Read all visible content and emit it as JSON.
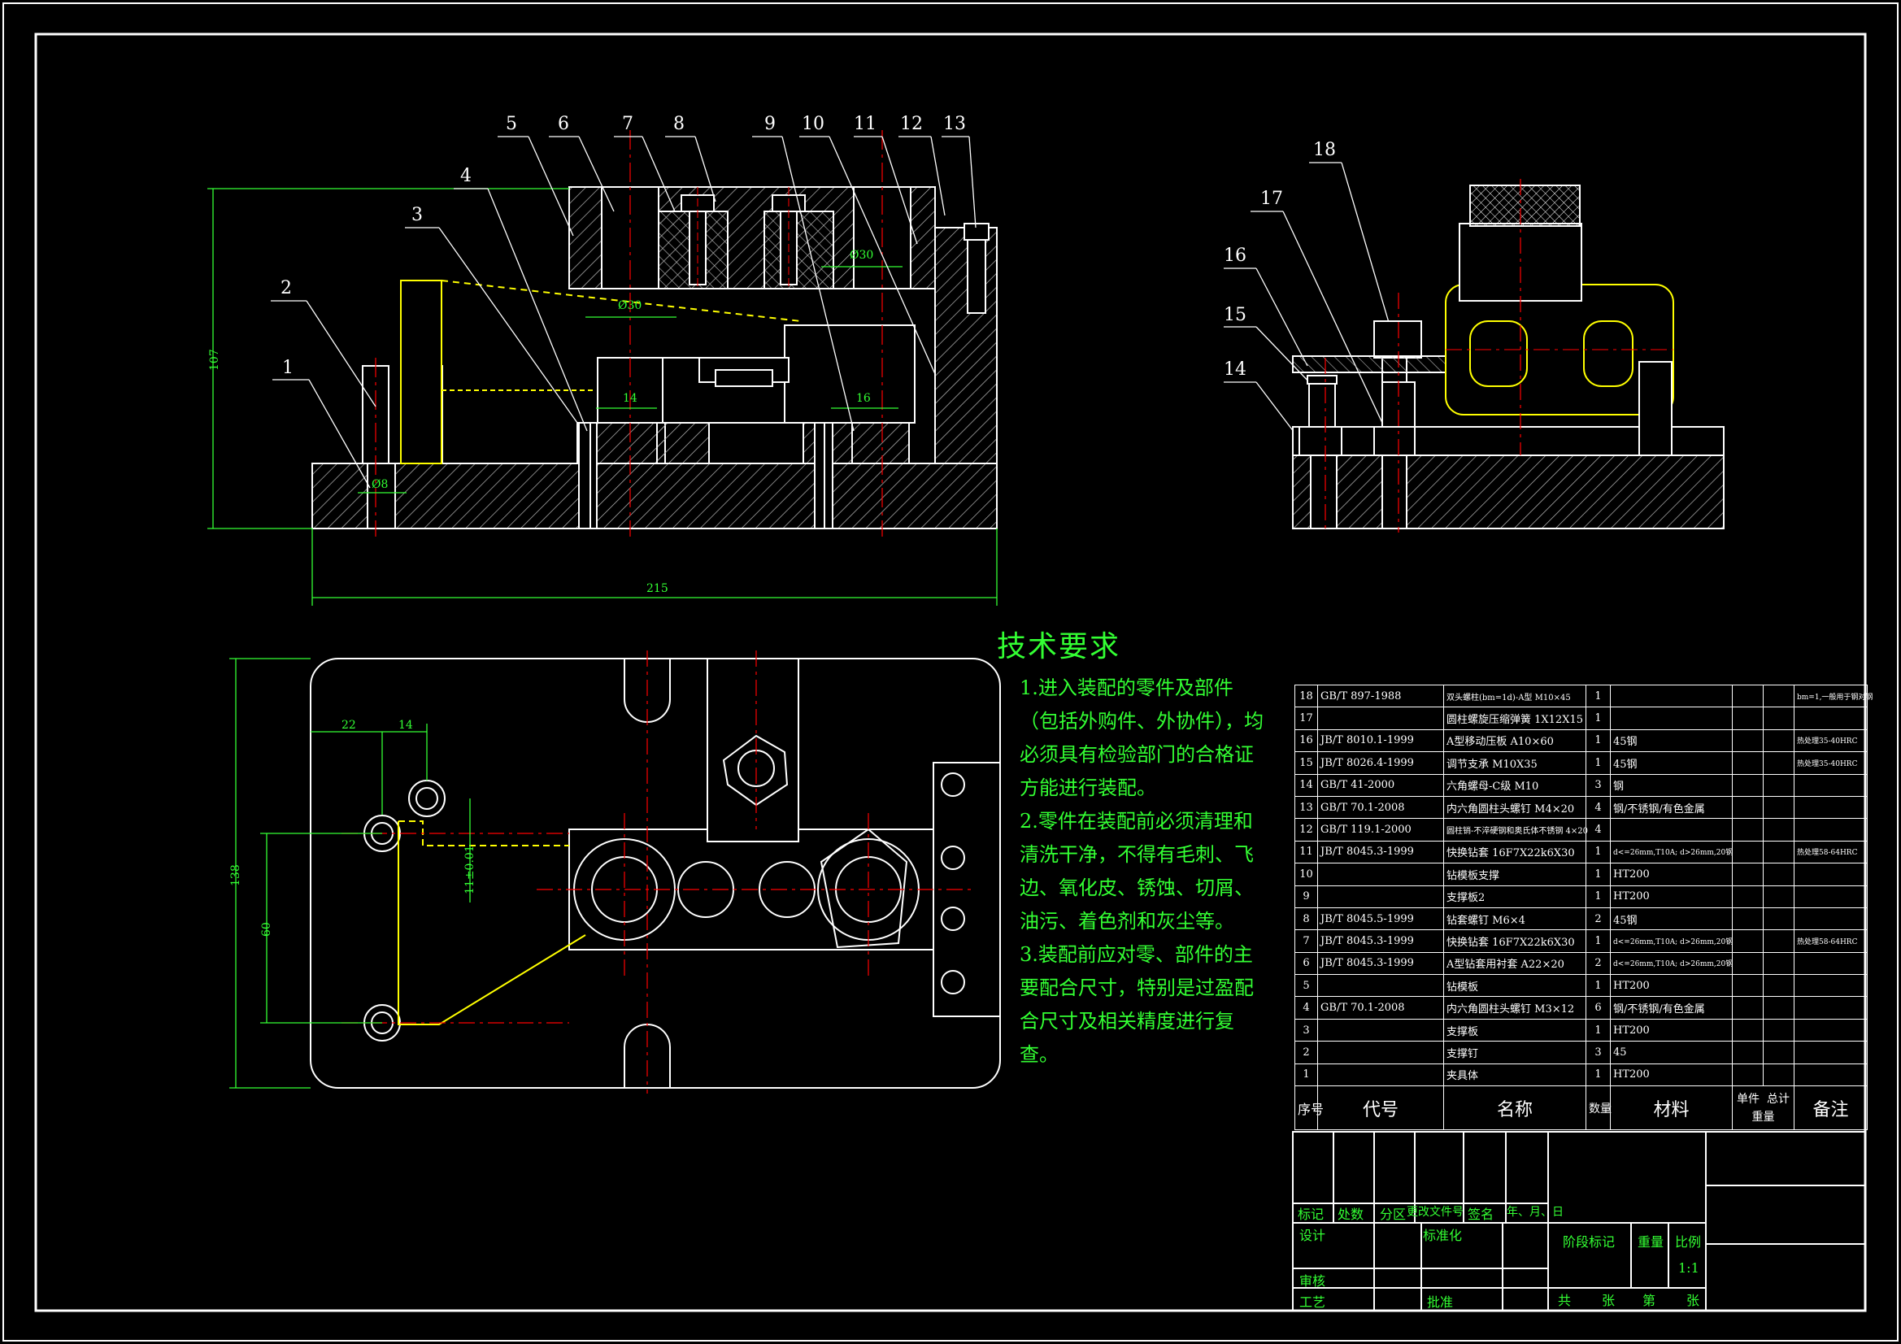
{
  "technical_requirements": {
    "title": "技术要求",
    "items": [
      "1.进入装配的零件及部件（包括外购件、外协件），均必须具有检验部门的合格证方能进行装配。",
      "2.零件在装配前必须清理和清洗干净，不得有毛刺、飞边、氧化皮、锈蚀、切屑、油污、着色剂和灰尘等。",
      "3.装配前应对零、部件的主要配合尺寸，特别是过盈配合尺寸及相关精度进行复查。"
    ]
  },
  "parts_list": {
    "headers": {
      "no": "序号",
      "code": "代号",
      "name": "名称",
      "qty": "数量",
      "material": "材料",
      "single": "单件",
      "total": "总计",
      "weight": "重量",
      "remark": "备注"
    },
    "rows": [
      {
        "no": "18",
        "code": "GB/T 897-1988",
        "name": "双头螺柱(bm=1d)-A型 M10×45",
        "qty": "1",
        "material": "",
        "remark": "bm=1,一般用于钢对钢"
      },
      {
        "no": "17",
        "code": "",
        "name": "圆柱螺旋压缩弹簧 1X12X15",
        "qty": "1",
        "material": "",
        "remark": ""
      },
      {
        "no": "16",
        "code": "JB/T 8010.1-1999",
        "name": "A型移动压板 A10×60",
        "qty": "1",
        "material": "45钢",
        "remark": "热处理35-40HRC"
      },
      {
        "no": "15",
        "code": "JB/T 8026.4-1999",
        "name": "调节支承 M10X35",
        "qty": "1",
        "material": "45钢",
        "remark": "热处理35-40HRC"
      },
      {
        "no": "14",
        "code": "GB/T 41-2000",
        "name": "六角螺母-C级 M10",
        "qty": "3",
        "material": "钢",
        "remark": ""
      },
      {
        "no": "13",
        "code": "GB/T 70.1-2008",
        "name": "内六角圆柱头螺钉 M4×20",
        "qty": "4",
        "material": "钢/不锈钢/有色金属",
        "remark": ""
      },
      {
        "no": "12",
        "code": "GB/T 119.1-2000",
        "name": "圆柱销-不淬硬钢和奥氏体不锈钢 4×20",
        "qty": "4",
        "material": "",
        "remark": ""
      },
      {
        "no": "11",
        "code": "JB/T 8045.3-1999",
        "name": "快换钻套 16F7X22k6X30",
        "qty": "1",
        "material": "d<=26mm,T10A; d>26mm,20钢",
        "remark": "热处理58-64HRC"
      },
      {
        "no": "10",
        "code": "",
        "name": "钻模板支撑",
        "qty": "1",
        "material": "HT200",
        "remark": ""
      },
      {
        "no": "9",
        "code": "",
        "name": "支撑板2",
        "qty": "1",
        "material": "HT200",
        "remark": ""
      },
      {
        "no": "8",
        "code": "JB/T 8045.5-1999",
        "name": "钻套螺钉 M6×4",
        "qty": "2",
        "material": "45钢",
        "remark": ""
      },
      {
        "no": "7",
        "code": "JB/T 8045.3-1999",
        "name": "快换钻套 16F7X22k6X30",
        "qty": "1",
        "material": "d<=26mm,T10A; d>26mm,20钢",
        "remark": "热处理58-64HRC"
      },
      {
        "no": "6",
        "code": "JB/T 8045.3-1999",
        "name": "A型钻套用衬套 A22×20",
        "qty": "2",
        "material": "d<=26mm,T10A; d>26mm,20钢",
        "remark": ""
      },
      {
        "no": "5",
        "code": "",
        "name": "钻模板",
        "qty": "1",
        "material": "HT200",
        "remark": ""
      },
      {
        "no": "4",
        "code": "GB/T 70.1-2008",
        "name": "内六角圆柱头螺钉 M3×12",
        "qty": "6",
        "material": "钢/不锈钢/有色金属",
        "remark": ""
      },
      {
        "no": "3",
        "code": "",
        "name": "支撑板",
        "qty": "1",
        "material": "HT200",
        "remark": ""
      },
      {
        "no": "2",
        "code": "",
        "name": "支撑钉",
        "qty": "3",
        "material": "45",
        "remark": ""
      },
      {
        "no": "1",
        "code": "",
        "name": "夹具体",
        "qty": "1",
        "material": "HT200",
        "remark": ""
      }
    ]
  },
  "title_block": {
    "revision_labels": [
      "标记",
      "处数",
      "分区",
      "更改文件号",
      "签名",
      "年、月、日"
    ],
    "design": "设计",
    "standardize": "标准化",
    "stage_mark": "阶段标记",
    "weight": "重量",
    "scale": "比例",
    "scale_value": "1:1",
    "review": "审核",
    "process": "工艺",
    "approve": "批准",
    "sheets_total": "共",
    "sheet_unit1": "张",
    "sheet_no": "第",
    "sheet_unit2": "张"
  },
  "callouts": [
    "1",
    "2",
    "3",
    "4",
    "5",
    "6",
    "7",
    "8",
    "9",
    "10",
    "11",
    "12",
    "13",
    "14",
    "15",
    "16",
    "17",
    "18"
  ],
  "dimensions": {
    "height_front": "107",
    "width_front": "215",
    "dia_bush_top": "Ø30",
    "dia_bush_mid": "Ø30",
    "dia_pin": "Ø8",
    "dim_14": "14",
    "dim_16": "16",
    "height_top": "138",
    "dim_22": "22",
    "dim_14_top": "14",
    "dim_60": "60",
    "dim_11": "11±0.01"
  },
  "colors": {
    "background": "#000000",
    "line": "#ffffff",
    "green": "#33ff33",
    "yellow": "#ffff00",
    "red": "#ff0000",
    "hatch": "#cccccc"
  }
}
